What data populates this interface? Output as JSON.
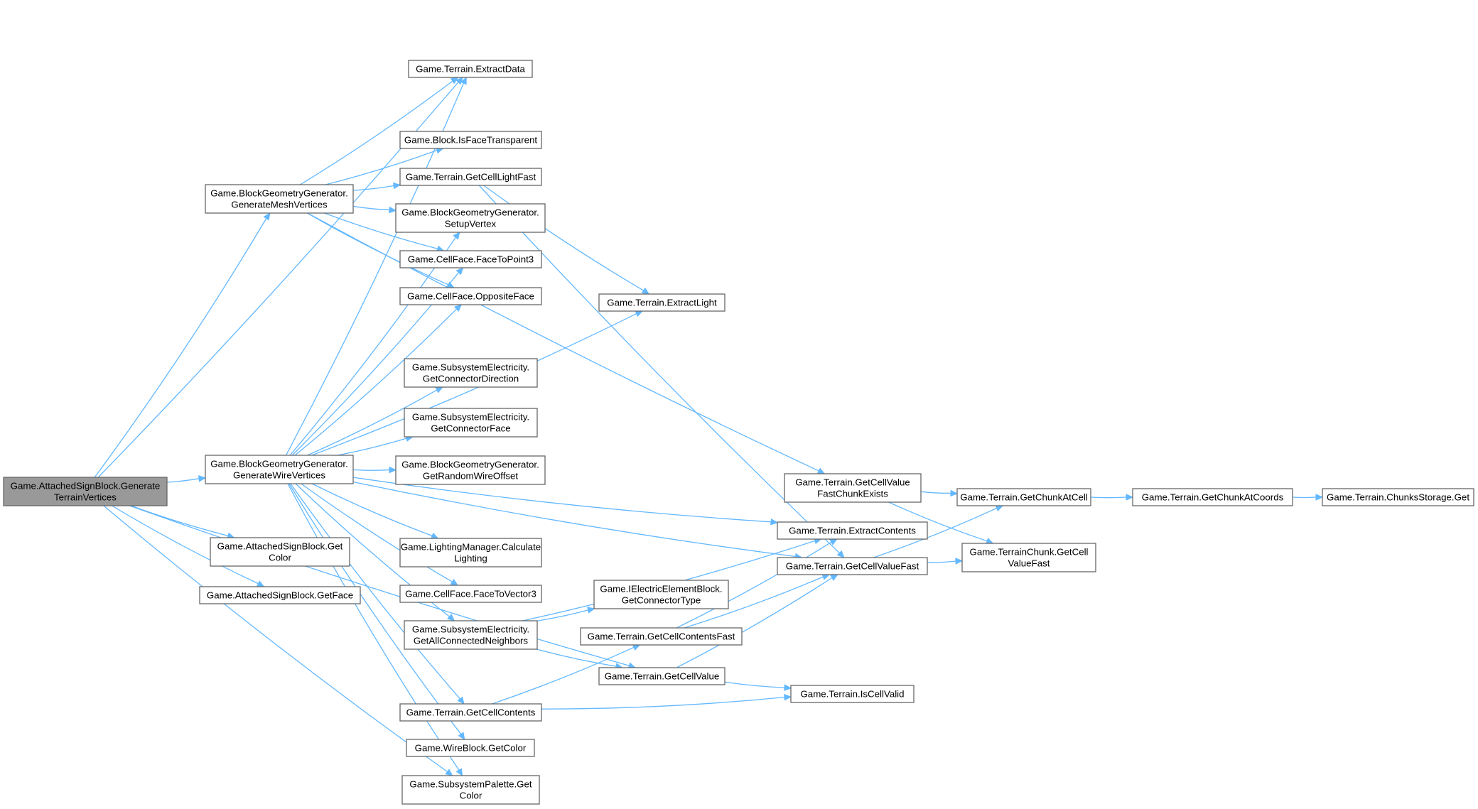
{
  "graph": {
    "root_color": "#999999",
    "edge_color": "#63b8ff",
    "nodes": [
      {
        "id": "root",
        "lines": [
          "Game.AttachedSignBlock.Generate",
          "TerrainVertices"
        ],
        "root": true
      },
      {
        "id": "gmv",
        "lines": [
          "Game.BlockGeometryGenerator.",
          "GenerateMeshVertices"
        ]
      },
      {
        "id": "gwv",
        "lines": [
          "Game.BlockGeometryGenerator.",
          "GenerateWireVertices"
        ]
      },
      {
        "id": "getcolor_sign",
        "lines": [
          "Game.AttachedSignBlock.Get",
          "Color"
        ]
      },
      {
        "id": "getface",
        "lines": [
          "Game.AttachedSignBlock.GetFace"
        ]
      },
      {
        "id": "extractdata",
        "lines": [
          "Game.Terrain.ExtractData"
        ]
      },
      {
        "id": "isfacetransp",
        "lines": [
          "Game.Block.IsFaceTransparent"
        ]
      },
      {
        "id": "getcelllightfast",
        "lines": [
          "Game.Terrain.GetCellLightFast"
        ]
      },
      {
        "id": "setupvertex",
        "lines": [
          "Game.BlockGeometryGenerator.",
          "SetupVertex"
        ]
      },
      {
        "id": "facetopoint3",
        "lines": [
          "Game.CellFace.FaceToPoint3"
        ]
      },
      {
        "id": "oppositeface",
        "lines": [
          "Game.CellFace.OppositeFace"
        ]
      },
      {
        "id": "extractlight",
        "lines": [
          "Game.Terrain.ExtractLight"
        ]
      },
      {
        "id": "getconndir",
        "lines": [
          "Game.SubsystemElectricity.",
          "GetConnectorDirection"
        ]
      },
      {
        "id": "getconnface",
        "lines": [
          "Game.SubsystemElectricity.",
          "GetConnectorFace"
        ]
      },
      {
        "id": "getrandomwire",
        "lines": [
          "Game.BlockGeometryGenerator.",
          "GetRandomWireOffset"
        ]
      },
      {
        "id": "calclighting",
        "lines": [
          "Game.LightingManager.Calculate",
          "Lighting"
        ]
      },
      {
        "id": "facetovector3",
        "lines": [
          "Game.CellFace.FaceToVector3"
        ]
      },
      {
        "id": "getallconn",
        "lines": [
          "Game.SubsystemElectricity.",
          "GetAllConnectedNeighbors"
        ]
      },
      {
        "id": "getcellcontents",
        "lines": [
          "Game.Terrain.GetCellContents"
        ]
      },
      {
        "id": "wiregetcolor",
        "lines": [
          "Game.WireBlock.GetColor"
        ]
      },
      {
        "id": "palettegetcolor",
        "lines": [
          "Game.SubsystemPalette.Get",
          "Color"
        ]
      },
      {
        "id": "getconntype",
        "lines": [
          "Game.IElectricElementBlock.",
          "GetConnectorType"
        ]
      },
      {
        "id": "getcellcontentsfast",
        "lines": [
          "Game.Terrain.GetCellContentsFast"
        ]
      },
      {
        "id": "getcellvalue",
        "lines": [
          "Game.Terrain.GetCellValue"
        ]
      },
      {
        "id": "getcellvaluefce",
        "lines": [
          "Game.Terrain.GetCellValue",
          "FastChunkExists"
        ]
      },
      {
        "id": "extractcontents",
        "lines": [
          "Game.Terrain.ExtractContents"
        ]
      },
      {
        "id": "getcellvaluefast",
        "lines": [
          "Game.Terrain.GetCellValueFast"
        ]
      },
      {
        "id": "iscellvalid",
        "lines": [
          "Game.Terrain.IsCellValid"
        ]
      },
      {
        "id": "getchunkatcell",
        "lines": [
          "Game.Terrain.GetChunkAtCell"
        ]
      },
      {
        "id": "chunkgetcellvaluefast",
        "lines": [
          "Game.TerrainChunk.GetCell",
          "ValueFast"
        ]
      },
      {
        "id": "getchunkatcoords",
        "lines": [
          "Game.Terrain.GetChunkAtCoords"
        ]
      },
      {
        "id": "chunksstorageget",
        "lines": [
          "Game.Terrain.ChunksStorage.Get"
        ]
      }
    ],
    "edges": [
      [
        "root",
        "gmv"
      ],
      [
        "root",
        "gwv"
      ],
      [
        "root",
        "getcolor_sign"
      ],
      [
        "root",
        "getface"
      ],
      [
        "root",
        "extractdata"
      ],
      [
        "root",
        "getcellvalue"
      ],
      [
        "root",
        "palettegetcolor"
      ],
      [
        "gmv",
        "extractdata"
      ],
      [
        "gmv",
        "isfacetransp"
      ],
      [
        "gmv",
        "getcelllightfast"
      ],
      [
        "gmv",
        "setupvertex"
      ],
      [
        "gmv",
        "facetopoint3"
      ],
      [
        "gmv",
        "oppositeface"
      ],
      [
        "gmv",
        "getcellvaluefce"
      ],
      [
        "gwv",
        "extractdata"
      ],
      [
        "gwv",
        "setupvertex"
      ],
      [
        "gwv",
        "facetopoint3"
      ],
      [
        "gwv",
        "oppositeface"
      ],
      [
        "gwv",
        "extractlight"
      ],
      [
        "gwv",
        "getconndir"
      ],
      [
        "gwv",
        "getconnface"
      ],
      [
        "gwv",
        "getrandomwire"
      ],
      [
        "gwv",
        "calclighting"
      ],
      [
        "gwv",
        "facetovector3"
      ],
      [
        "gwv",
        "getallconn"
      ],
      [
        "gwv",
        "getcellcontents"
      ],
      [
        "gwv",
        "wiregetcolor"
      ],
      [
        "gwv",
        "palettegetcolor"
      ],
      [
        "gwv",
        "extractcontents"
      ],
      [
        "gwv",
        "getcellvaluefast"
      ],
      [
        "getcelllightfast",
        "extractlight"
      ],
      [
        "getcelllightfast",
        "getcellvaluefast"
      ],
      [
        "getallconn",
        "extractcontents"
      ],
      [
        "getallconn",
        "getconntype"
      ],
      [
        "getallconn",
        "getcellvalue"
      ],
      [
        "getcellcontents",
        "getcellcontentsfast"
      ],
      [
        "getcellcontents",
        "iscellvalid"
      ],
      [
        "getcellcontentsfast",
        "extractcontents"
      ],
      [
        "getcellcontentsfast",
        "getcellvaluefast"
      ],
      [
        "getcellvalue",
        "getcellvaluefast"
      ],
      [
        "getcellvalue",
        "iscellvalid"
      ],
      [
        "getcellvaluefce",
        "getchunkatcell"
      ],
      [
        "getcellvaluefce",
        "chunkgetcellvaluefast"
      ],
      [
        "getcellvaluefast",
        "getchunkatcell"
      ],
      [
        "getcellvaluefast",
        "chunkgetcellvaluefast"
      ],
      [
        "getchunkatcell",
        "getchunkatcoords"
      ],
      [
        "getchunkatcoords",
        "chunksstorageget"
      ]
    ]
  }
}
